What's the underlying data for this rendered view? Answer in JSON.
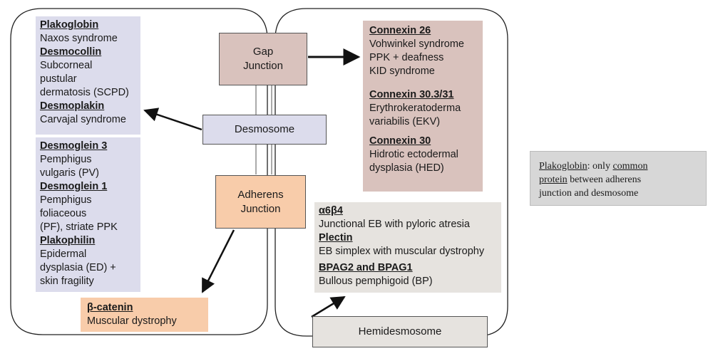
{
  "nodes": {
    "gap_junction": {
      "line1": "Gap",
      "line2": "Junction"
    },
    "desmosome": {
      "label": "Desmosome"
    },
    "adherens_junction": {
      "line1": "Adherens",
      "line2": "Junction"
    },
    "hemidesmosome": {
      "label": "Hemidesmosome"
    }
  },
  "desmosome_panel": [
    {
      "protein": "Plakoglobin",
      "lines": [
        "Naxos syndrome"
      ]
    },
    {
      "protein": "Desmocollin",
      "lines": [
        "Subcorneal",
        "pustular",
        "dermatosis (SCPD)"
      ]
    },
    {
      "protein": "Desmoplakin",
      "lines": [
        "Carvajal syndrome"
      ]
    },
    {
      "protein": "Desmoglein 3",
      "lines": [
        "Pemphigus",
        "vulgaris (PV)"
      ]
    },
    {
      "protein": "Desmoglein 1",
      "lines": [
        "Pemphigus",
        "foliaceous",
        "(PF), striate PPK"
      ]
    },
    {
      "protein": "Plakophilin",
      "lines": [
        "Epidermal",
        "dysplasia (ED) +",
        "skin fragility"
      ]
    }
  ],
  "connexin_panel": [
    {
      "protein": "Connexin 26",
      "lines": [
        "Vohwinkel syndrome",
        "PPK + deafness",
        "KID syndrome"
      ]
    },
    {
      "protein": "Connexin 30.3/31",
      "lines": [
        "Erythrokeratoderma",
        "variabilis (EKV)"
      ]
    },
    {
      "protein": "Connexin 30",
      "lines": [
        "Hidrotic ectodermal",
        "dysplasia (HED)"
      ]
    }
  ],
  "hemidesmosome_panel": [
    {
      "protein": "α6β4",
      "lines": [
        "Junctional EB with pyloric atresia"
      ]
    },
    {
      "protein": "Plectin",
      "lines": [
        "EB simplex with muscular dystrophy"
      ]
    },
    {
      "protein": "BPAG2 and BPAG1",
      "lines": [
        "Bullous pemphigoid (BP)"
      ]
    }
  ],
  "catenin_panel": {
    "protein": "β-catenin",
    "lines": [
      "Muscular dystrophy"
    ]
  },
  "note": {
    "w1": "Plakoglobin",
    "w2": ": only ",
    "w3": "common",
    "w4": "protein",
    "w5": " between adherens",
    "w6": "junction and desmosome"
  },
  "colors": {
    "desmosome_panel": "#dcdcec",
    "connexin_panel": "#d9c2bd",
    "gap_junction": "#d9c2bd",
    "adherens": "#f8ccaa",
    "catenin": "#f8ccaa",
    "hemi_panel": "#e6e3df",
    "note": "#d7d7d7"
  }
}
